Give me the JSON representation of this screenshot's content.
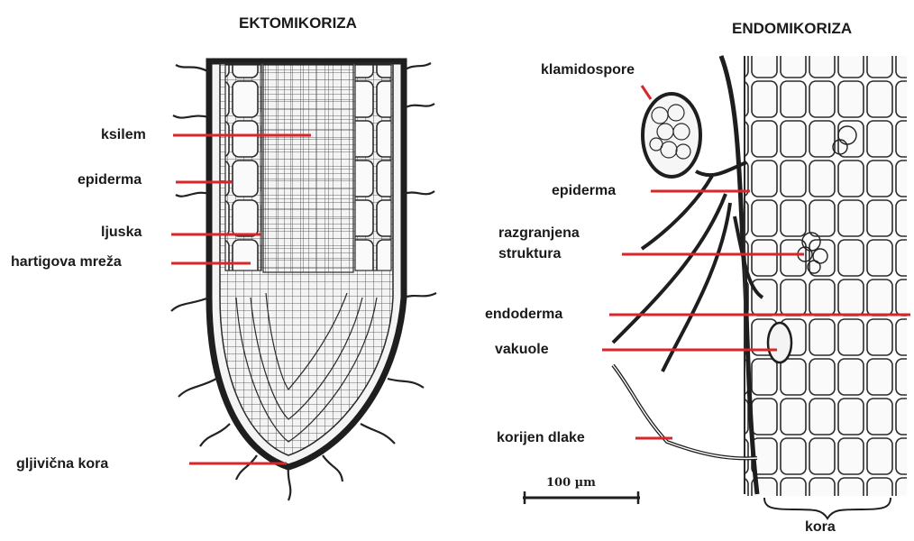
{
  "ecto": {
    "title": "EKTOMIKORIZA",
    "labels": {
      "ksilem": "ksilem",
      "epiderma": "epiderma",
      "ljuska": "ljuska",
      "hartig": "hartigova mreža",
      "gljivicna": "gljivična kora"
    }
  },
  "endo": {
    "title": "ENDOMIKORIZA",
    "labels": {
      "klamidospore": "klamidospore",
      "epiderma": "epiderma",
      "razgranjena_1": "razgranjena",
      "razgranjena_2": "struktura",
      "endoderma": "endoderma",
      "vakuole": "vakuole",
      "korijen": "korijen dlake",
      "kora": "kora"
    },
    "scale_bar": "100 µm"
  },
  "colors": {
    "pointer": "#d9262b",
    "ink": "#1e1e1e"
  }
}
